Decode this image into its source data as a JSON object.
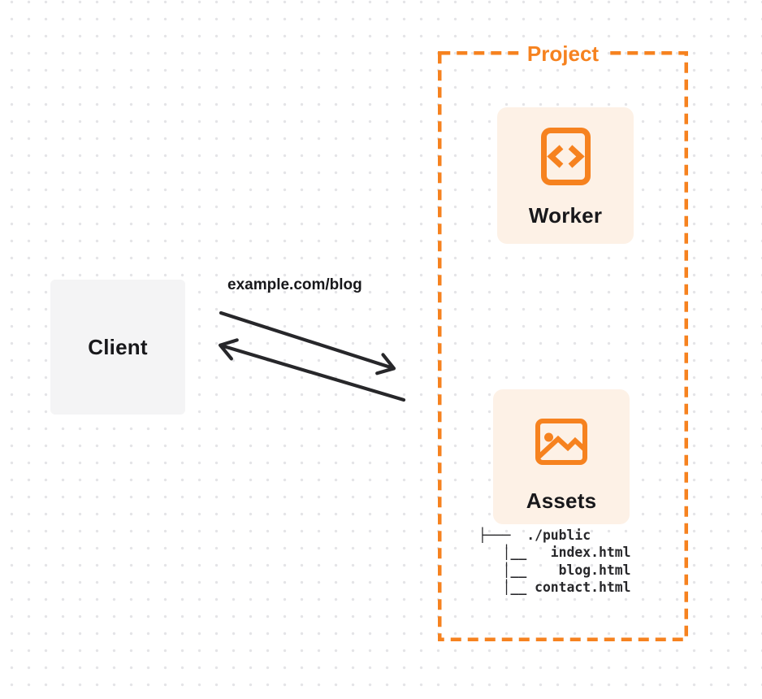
{
  "diagram": {
    "client": {
      "label": "Client"
    },
    "request": {
      "label": "example.com/blog"
    },
    "project": {
      "label": "Project",
      "worker": {
        "label": "Worker",
        "icon": "code-document-icon"
      },
      "assets": {
        "label": "Assets",
        "icon": "image-icon"
      },
      "file_tree": {
        "lines": [
          "├───  ./public",
          "   │__   index.html",
          "   │__    blog.html",
          "   │__ contact.html"
        ]
      }
    },
    "colors": {
      "accent_orange": "#F6821F",
      "card_cream": "#FDF1E6",
      "client_gray": "#F4F4F5",
      "text_dark": "#18181B",
      "arrow_dark": "#27272A",
      "grid_dot": "#E4E4E7"
    }
  }
}
